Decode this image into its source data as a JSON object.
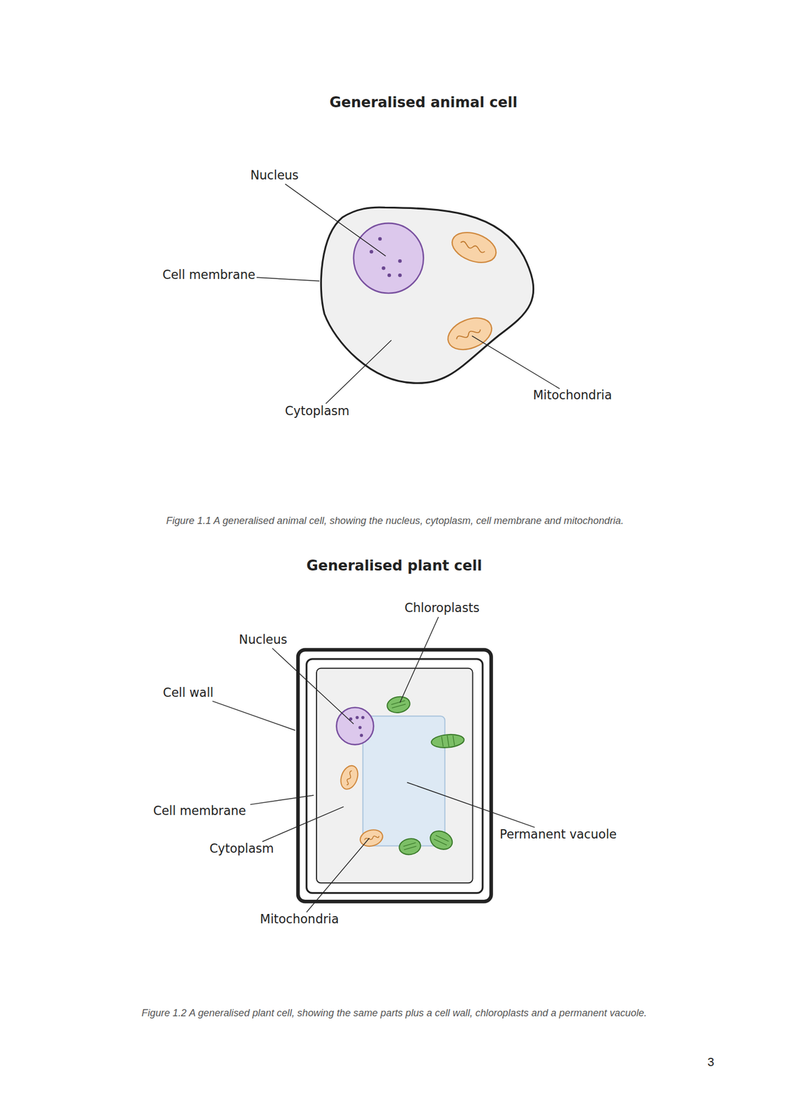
{
  "diagram": {
    "labels": [
      "Generalised animal cell",
      "Nucleus",
      "Cell membrane",
      "Cytoplasm",
      "Mitochondria",
      "Figure 1.1  A generalised animal cell, showing the nucleus, cytoplasm, cell membrane and mitochondria.",
      "Generalised plant cell",
      "Chloroplasts",
      "Nucleus",
      "Cell wall",
      "Cell membrane",
      "Cytoplasm",
      "Permanent vacuole",
      "Mitochondria",
      "Figure 1.2  A generalised plant cell, showing the same parts plus a cell wall, chloroplasts and a permanent vacuole.",
      "3"
    ]
  }
}
